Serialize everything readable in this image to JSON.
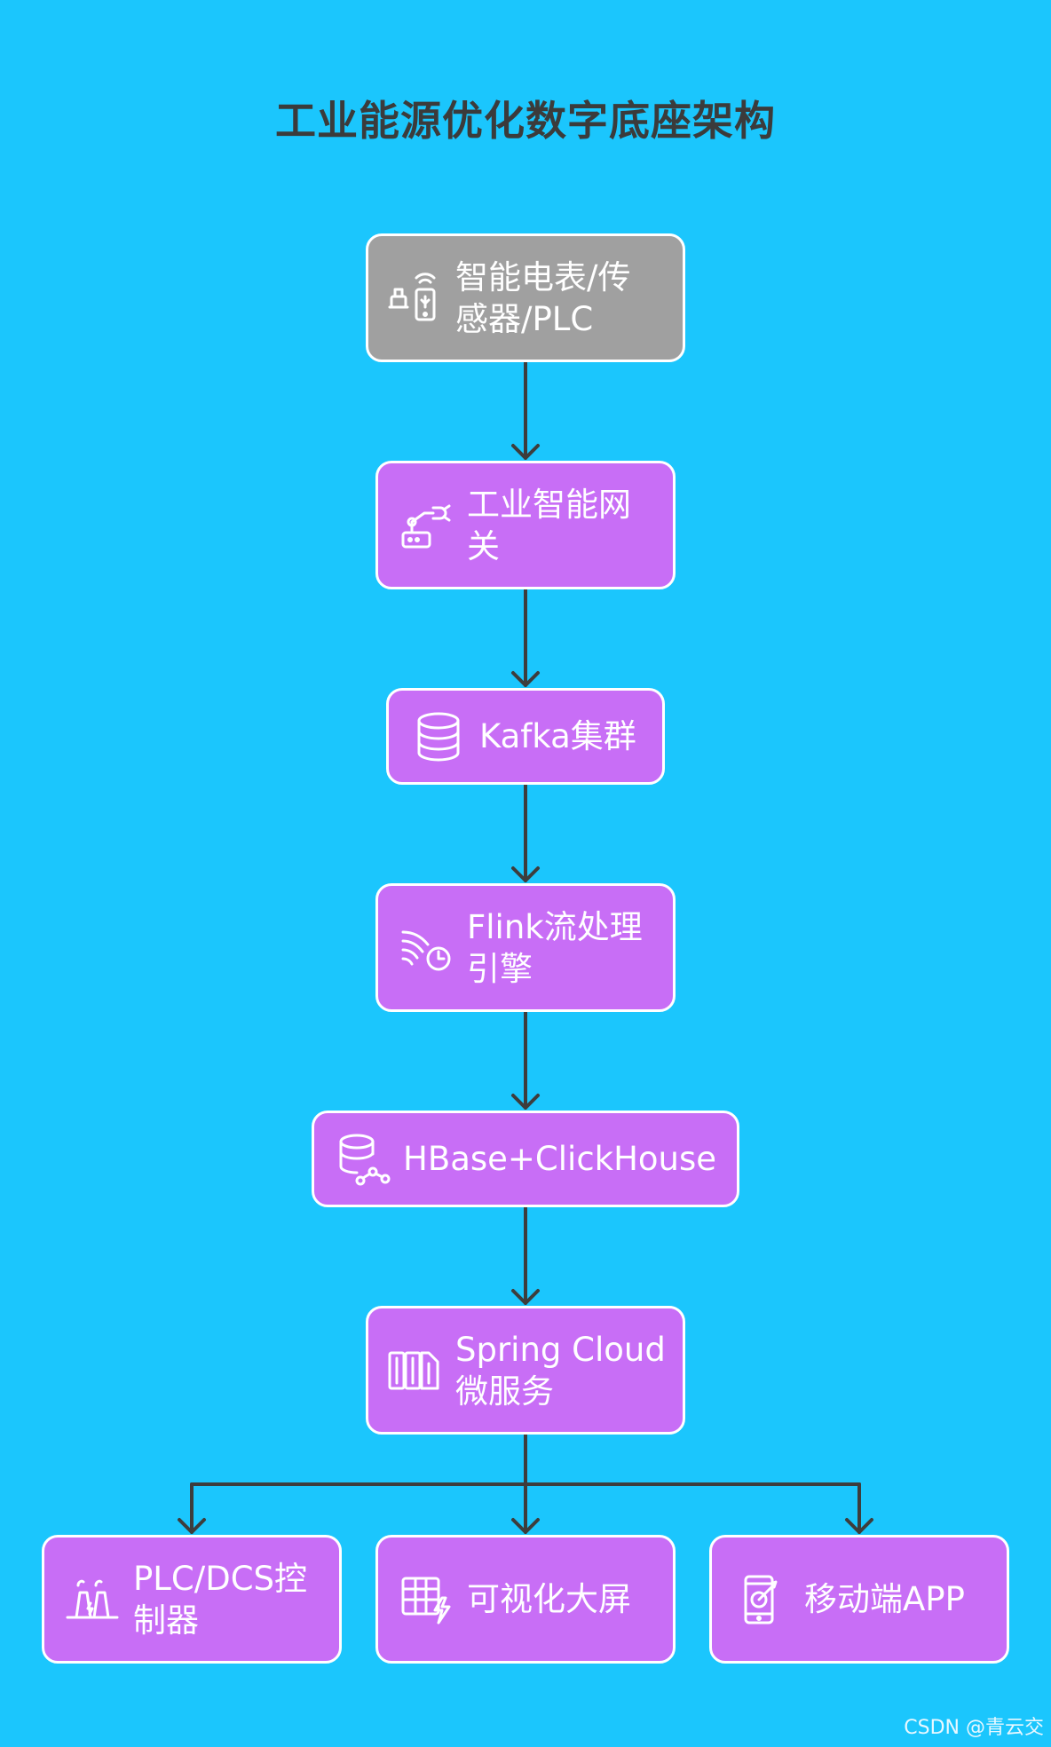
{
  "title": "工业能源优化数字底座架构",
  "colors": {
    "background": "#1bc6fd",
    "node_purple": "#c86ef6",
    "node_gray": "#a0a0a0",
    "connector": "#3d3d3d",
    "title_text": "#3b3b3b"
  },
  "nodes": {
    "sensors": {
      "label": "智能电表/传感器/PLC",
      "icon": "smart-meter-icon"
    },
    "gateway": {
      "label": "工业智能网关",
      "icon": "industrial-robot-icon"
    },
    "kafka": {
      "label": "Kafka集群",
      "icon": "database-icon"
    },
    "flink": {
      "label": "Flink流处理引擎",
      "icon": "stream-clock-icon"
    },
    "storage": {
      "label": "HBase+ClickHouse",
      "icon": "database-network-icon"
    },
    "spring": {
      "label": "Spring Cloud微服务",
      "icon": "microservices-icon"
    },
    "plc_dcs": {
      "label": "PLC/DCS控制器",
      "icon": "power-plant-icon"
    },
    "dashboard": {
      "label": "可视化大屏",
      "icon": "chart-bolt-icon"
    },
    "mobile": {
      "label": "移动端APP",
      "icon": "mobile-app-icon"
    }
  },
  "watermark": "CSDN @青云交"
}
